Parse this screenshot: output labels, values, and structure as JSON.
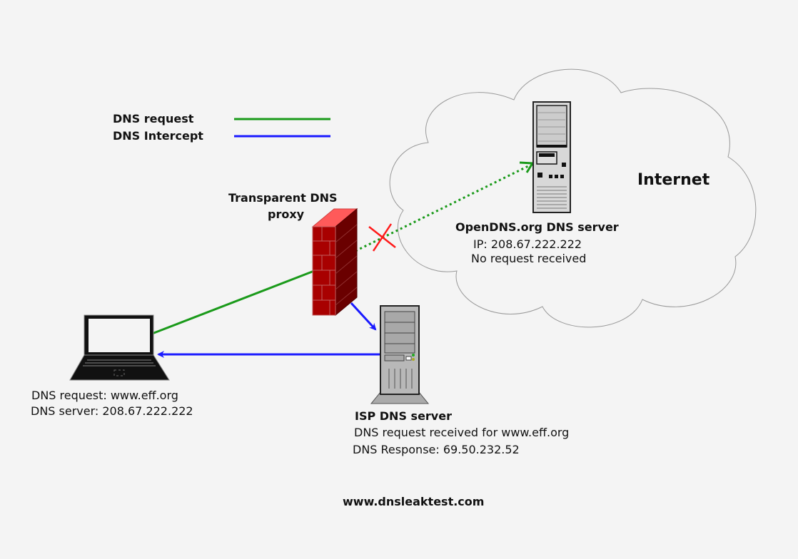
{
  "legend": {
    "items": [
      {
        "label": "DNS request",
        "color": "#1a9a1a"
      },
      {
        "label": "DNS Intercept",
        "color": "#1a1aff"
      }
    ]
  },
  "cloud": {
    "label": "Internet"
  },
  "proxy": {
    "label_line1": "Transparent DNS",
    "label_line2": "proxy"
  },
  "opendns": {
    "title": "OpenDNS.org DNS server",
    "ip": "IP: 208.67.222.222",
    "status": "No request received"
  },
  "client": {
    "request": "DNS request: www.eff.org",
    "server": "DNS server: 208.67.222.222"
  },
  "isp": {
    "title": "ISP DNS server",
    "received": "DNS request received for www.eff.org",
    "response": "DNS Response: 69.50.232.52"
  },
  "footer": {
    "site": "www.dnsleaktest.com"
  },
  "colors": {
    "request": "#1a9a1a",
    "intercept": "#1a1aff",
    "blocked": "#ff1a1a",
    "brick": "#a80000"
  }
}
